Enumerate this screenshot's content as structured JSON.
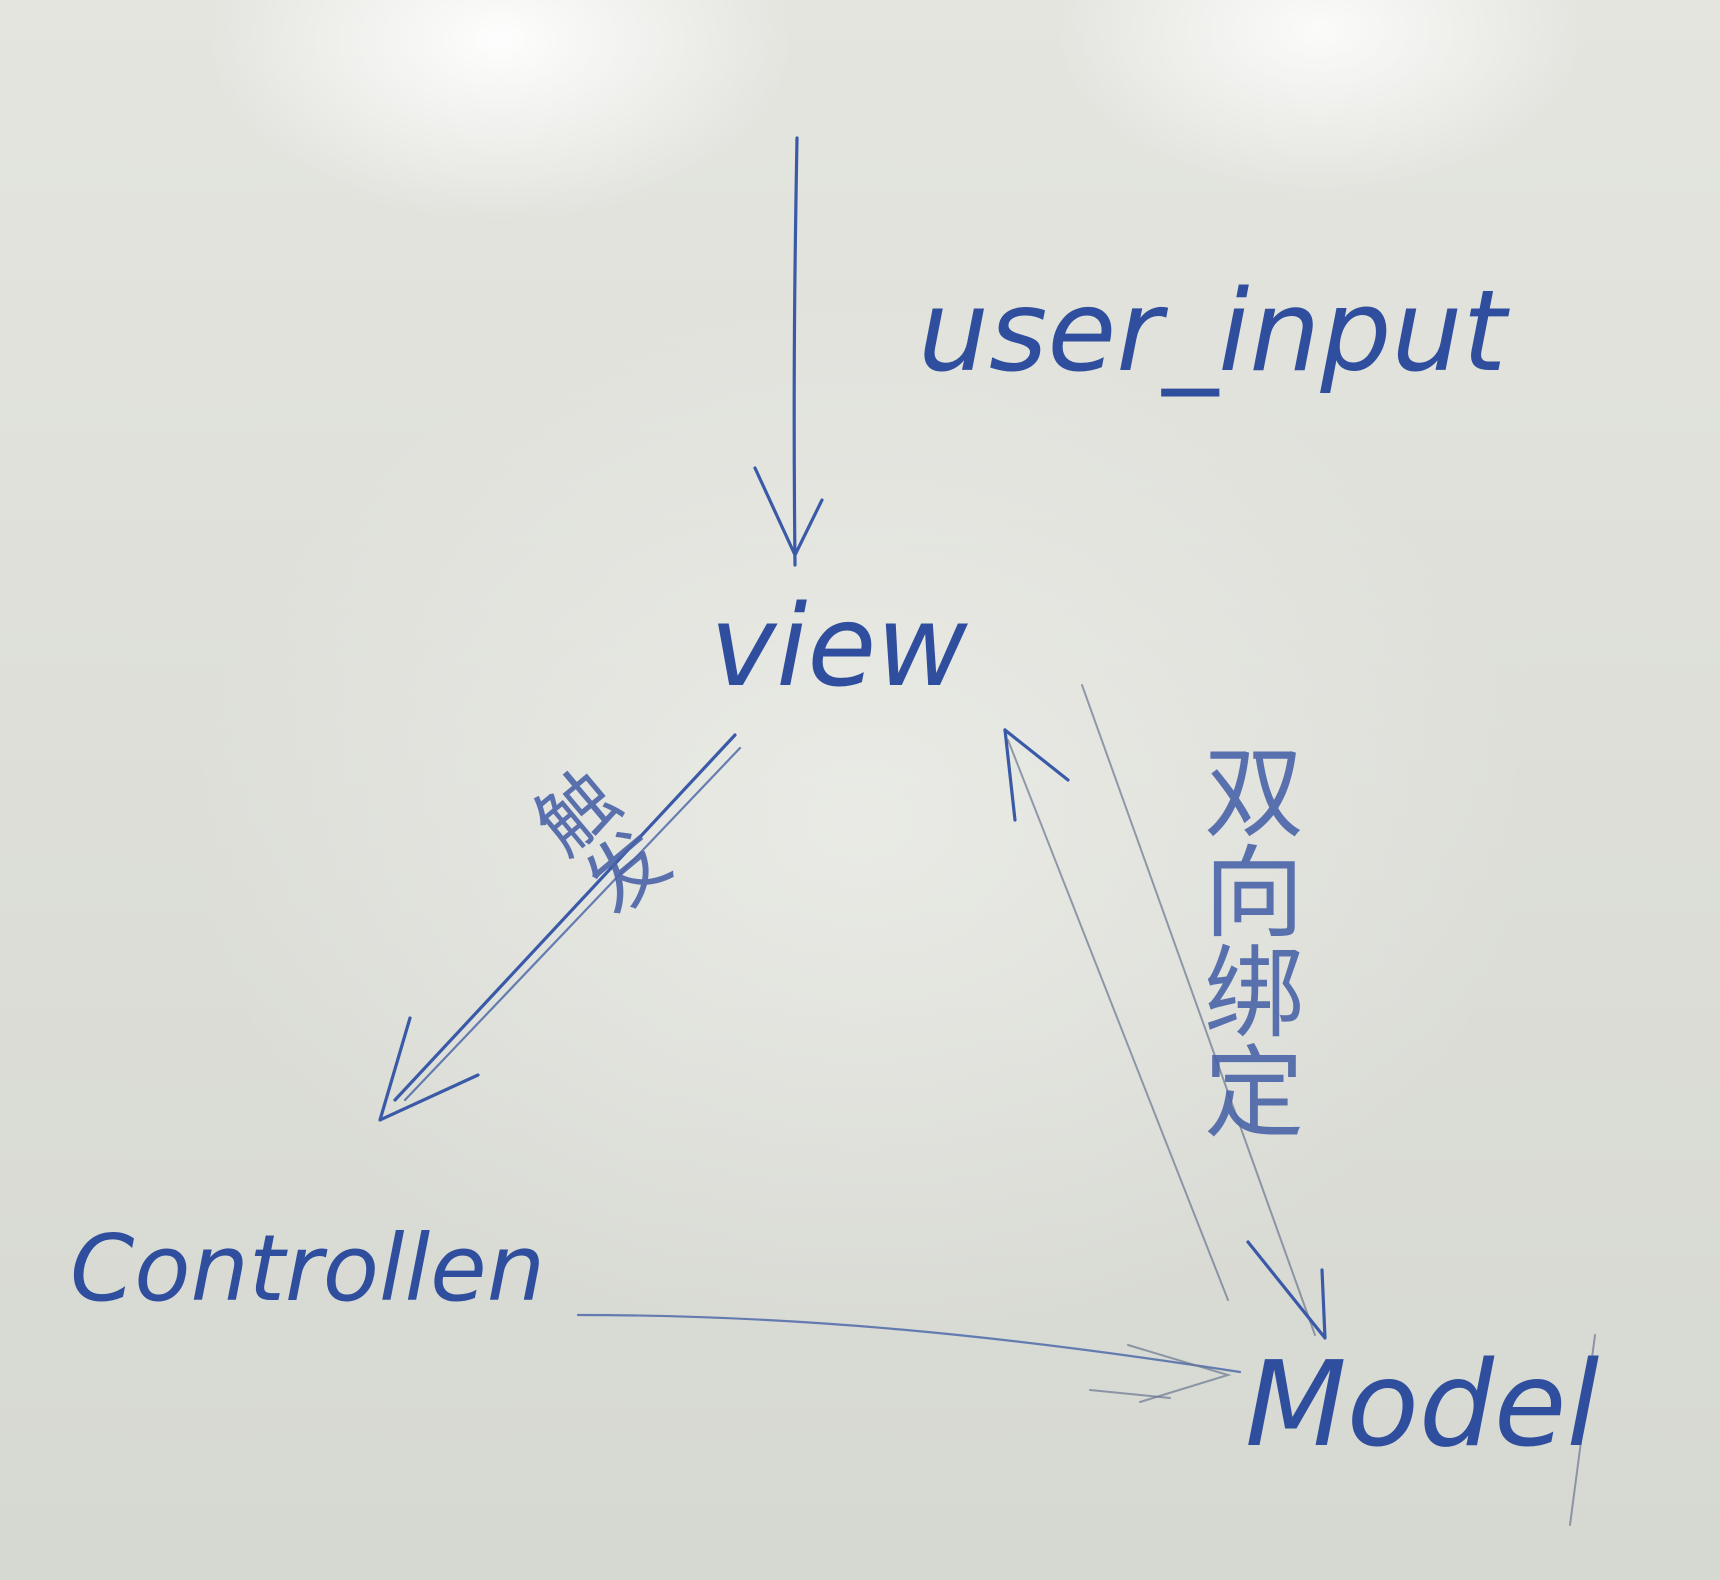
{
  "nodes": {
    "view": "view",
    "controller": "Controllen",
    "model": "Model"
  },
  "edge_labels": {
    "input": "user_input",
    "view_to_controller": "触发",
    "view_model": "双向绑定"
  },
  "colors": {
    "ink": "#3a5aa8",
    "board": "#e1e2dc"
  }
}
